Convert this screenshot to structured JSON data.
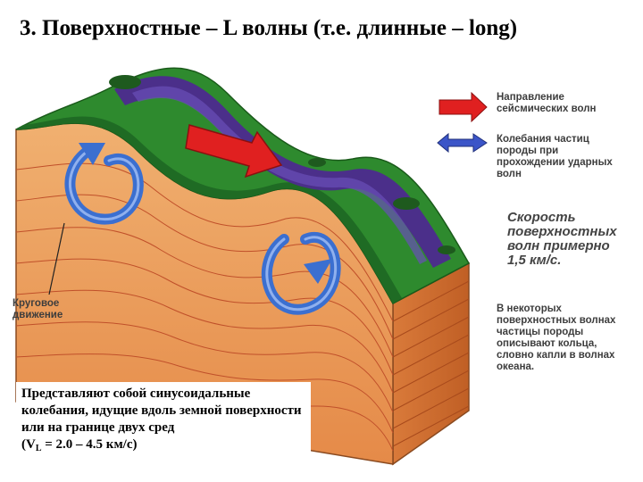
{
  "title": "3. Поверхностные – L волны (т.е. длинные – long)",
  "legend": {
    "direction_label": "Направление сейсмических волн",
    "direction_color": "#e02020",
    "oscillation_label": "Колебания частиц породы при прохождении ударных волн",
    "oscillation_color": "#3b55c8"
  },
  "speed_note": "Скорость поверхностных волн примерно 1,5 км/с.",
  "rings_note": "В некоторых поверхностных волнах частицы породы описывают кольца, словно капли в волнах океана.",
  "circular_motion_label": "Круговое движение",
  "caption": {
    "text": "Представляют собой синусоидальные колебания, идущие вдоль земной поверхности или на границе двух сред",
    "formula_prefix": "(V",
    "formula_sub": "L",
    "formula_suffix": " = 2.0 – 4.5 км/с)"
  },
  "colors": {
    "surface_green": "#2e8a2e",
    "purple_band": "#4b2f8a",
    "earth_orange": "#e8a060",
    "earth_dark": "#c86a30",
    "arrow_blue": "#3b6fd0"
  }
}
